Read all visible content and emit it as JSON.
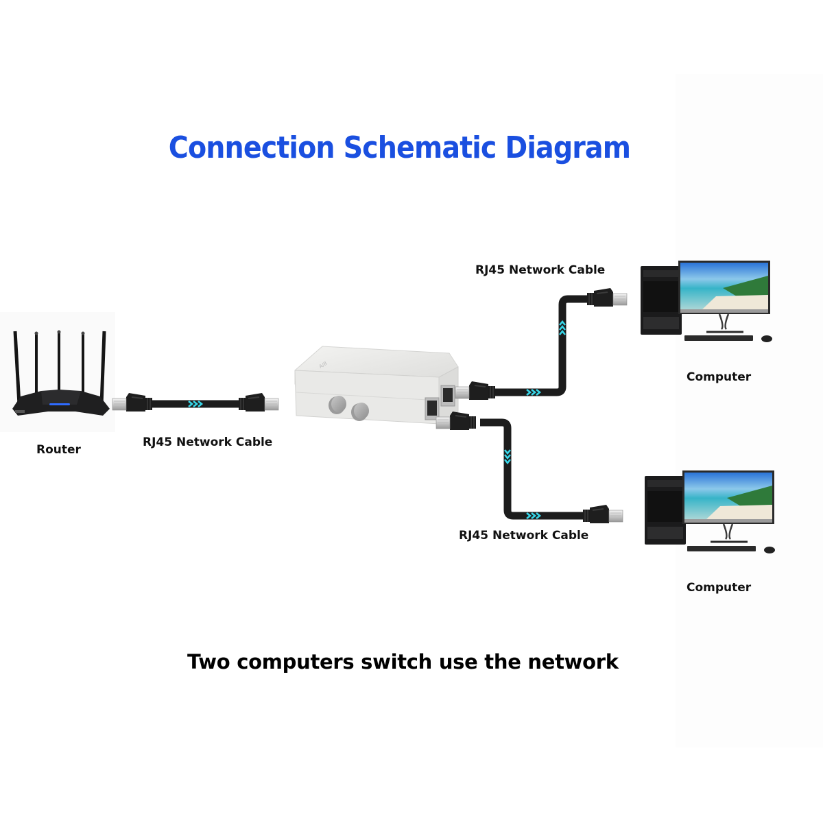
{
  "title": {
    "text": "Connection Schematic Diagram",
    "color": "#1a4fe0"
  },
  "devices": {
    "router": {
      "label": "Router",
      "led_color": "#2f6bff"
    },
    "switch": {
      "buttons": [
        "A",
        "B"
      ],
      "ports": 3
    },
    "computer_top": {
      "label": "Computer"
    },
    "computer_bottom": {
      "label": "Computer"
    }
  },
  "cables": [
    {
      "id": "router-to-switch",
      "label": "RJ45 Network Cable",
      "arrow_direction": "right"
    },
    {
      "id": "switch-to-computer-top",
      "label": "RJ45 Network Cable",
      "arrow_direction": "up"
    },
    {
      "id": "switch-to-computer-bottom",
      "label": "RJ45 Network Cable",
      "arrow_direction": "down"
    }
  ],
  "colors": {
    "cable": "#1c1c1c",
    "arrow_accent": "#37d6e8",
    "switch_body": "#ececea"
  },
  "caption": "Two computers switch use the network"
}
